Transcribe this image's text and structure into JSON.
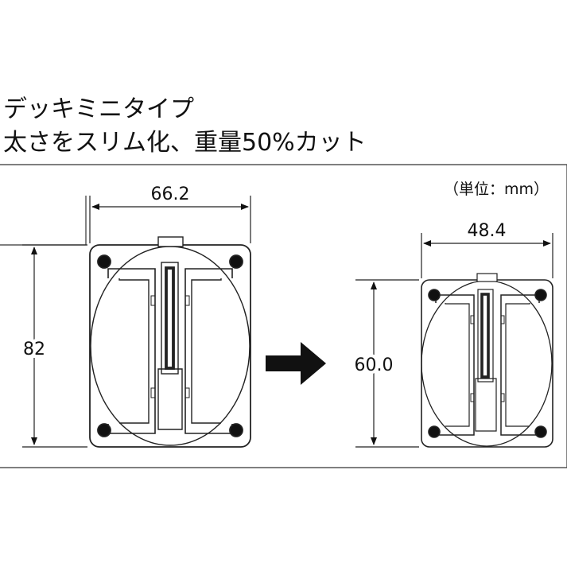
{
  "heading": {
    "line1": "デッキミニタイプ",
    "line2": "太さをスリム化、重量50%カット"
  },
  "unit_note": "（単位：mm）",
  "before": {
    "width_label": "66.2",
    "height_label": "82"
  },
  "after": {
    "width_label": "48.4",
    "height_label": "60.0"
  },
  "icons": {
    "arrow": "right-arrow-icon"
  }
}
